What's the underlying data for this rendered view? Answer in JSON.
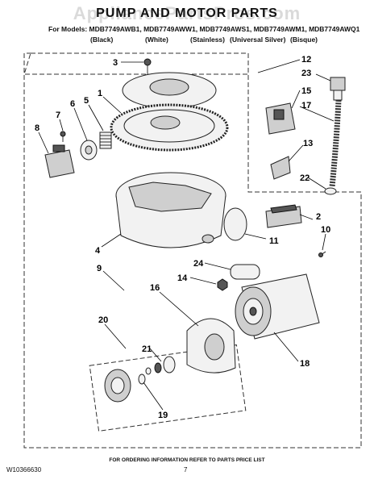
{
  "header": {
    "title": "PUMP AND MOTOR PARTS",
    "watermark": "AppliancePartsPros.com",
    "models_line": "For Models: MDB7749AWB1, MDB7749AWW1, MDB7749AWS1, MDB7749AWM1, MDB7749AWQ1",
    "colors": [
      "(Black)",
      "(White)",
      "(Stainless)",
      "(Universal Silver)",
      "(Bisque)"
    ]
  },
  "callouts": [
    "1",
    "2",
    "3",
    "4",
    "5",
    "6",
    "7",
    "8",
    "9",
    "10",
    "11",
    "12",
    "13",
    "14",
    "15",
    "16",
    "17",
    "18",
    "19",
    "20",
    "21",
    "22",
    "23",
    "24"
  ],
  "footer": {
    "ordering_note": "FOR ORDERING INFORMATION REFER TO PARTS PRICE LIST",
    "doc_number": "W10366630",
    "page_number": "7"
  }
}
